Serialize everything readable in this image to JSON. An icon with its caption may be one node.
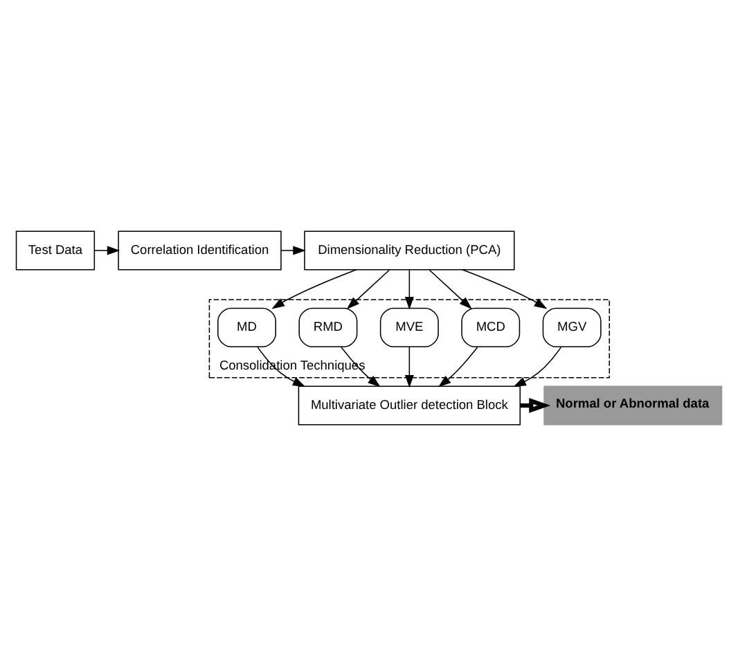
{
  "diagram": {
    "nodes": [
      {
        "text": [
          "Test Data"
        ]
      },
      {
        "text": [
          "Correlation Identification"
        ]
      },
      {
        "text": [
          "Dimensionality Reduction (PCA)"
        ]
      },
      {
        "text": [
          "Consolidation Techniques"
        ]
      },
      {
        "text": [
          "MD"
        ],
        "in": 3
      },
      {
        "text": [
          "RMD"
        ],
        "in": 3
      },
      {
        "text": [
          "MVE"
        ],
        "in": 3
      },
      {
        "text": [
          "MCD"
        ],
        "in": 3
      },
      {
        "text": [
          "MGV"
        ],
        "in": 3
      },
      {
        "text": [
          "Multivariate Outlier detection Block"
        ]
      },
      {
        "text": [
          "Normal or Abnormal data"
        ]
      }
    ],
    "edges": [
      {
        "from": 0,
        "to": 1,
        "arrow": "to"
      },
      {
        "from": 1,
        "to": 2,
        "arrow": "to"
      },
      {
        "from": 2,
        "to": 4,
        "arrow": "to"
      },
      {
        "from": 2,
        "to": 5,
        "arrow": "to"
      },
      {
        "from": 2,
        "to": 6,
        "arrow": "to"
      },
      {
        "from": 2,
        "to": 7,
        "arrow": "to"
      },
      {
        "from": 2,
        "to": 8,
        "arrow": "to"
      },
      {
        "from": 4,
        "to": 9,
        "arrow": "to"
      },
      {
        "from": 5,
        "to": 9,
        "arrow": "to"
      },
      {
        "from": 6,
        "to": 9,
        "arrow": "to"
      },
      {
        "from": 7,
        "to": 9,
        "arrow": "to"
      },
      {
        "from": 8,
        "to": 9,
        "arrow": "to"
      },
      {
        "from": 9,
        "to": 10,
        "arrow": "to",
        "style": "thick"
      }
    ]
  }
}
